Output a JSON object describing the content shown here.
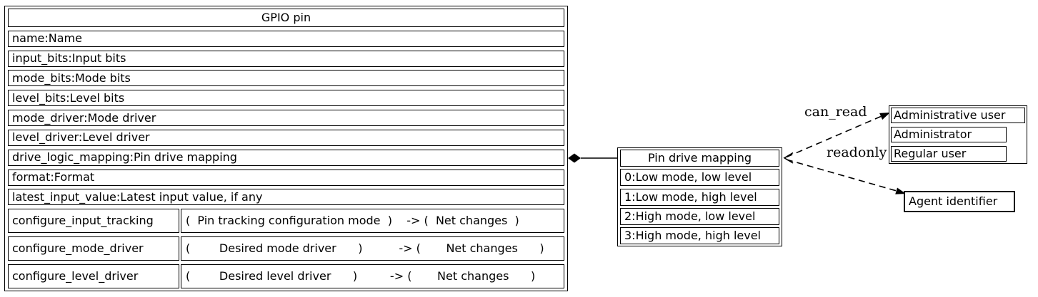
{
  "diagram": {
    "colors": {
      "line": "#000000",
      "background": "#ffffff"
    },
    "gpio": {
      "title": "GPIO pin",
      "fields": [
        "name:Name",
        "input_bits:Input bits",
        "mode_bits:Mode bits",
        "level_bits:Level bits",
        "mode_driver:Mode driver",
        "level_driver:Level driver",
        "drive_logic_mapping:Pin drive mapping",
        "format:Format",
        "latest_input_value:Latest input value, if any"
      ],
      "methods": [
        {
          "name": "configure_input_tracking",
          "signature": "(  Pin tracking configuration mode  )    -> (  Net changes  )"
        },
        {
          "name": "configure_mode_driver",
          "signature": "(        Desired mode driver      )          -> (       Net changes      )"
        },
        {
          "name": "configure_level_driver",
          "signature": "(        Desired level driver      )         -> (       Net changes      )"
        }
      ]
    },
    "pin_drive_mapping": {
      "title": "Pin drive mapping",
      "rows": [
        "0:Low mode, low level",
        "1:Low mode, high level",
        "2:High mode, low level",
        "3:High mode, high level"
      ]
    },
    "users": {
      "title": "Administrative user",
      "rows": [
        "Administrator",
        "Regular user"
      ]
    },
    "agent": {
      "title": "Agent identifier"
    },
    "edges": {
      "can_read_label": "can_read",
      "readonly_label": "readonly"
    }
  }
}
